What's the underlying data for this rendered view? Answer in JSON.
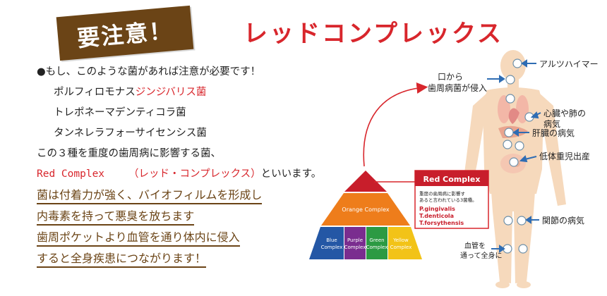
{
  "badge": {
    "text": "要注意！"
  },
  "title": "レッドコンプレックス",
  "intro": {
    "line1": "●もし、このような菌があれば注意が必要です！",
    "bacteria": [
      {
        "prefix": "ポルフィロモナス",
        "highlight": "ジンジバリス菌"
      },
      {
        "prefix": "トレポネーマデンティコラ菌",
        "highlight": ""
      },
      {
        "prefix": "タンネレラフォーサイセンシス菌",
        "highlight": ""
      }
    ],
    "line5": "この３種を重度の歯周病に影響する菌、",
    "line6_red": "Red Complex",
    "line6_paren": "（レッド・コンプレックス）",
    "line6_tail": "といいます。"
  },
  "emphasis": [
    "菌は付着力が強く、バイオフィルムを形成し",
    "内毒素を持って悪臭を放ちます",
    "歯周ポケットより血管を通り体内に侵入",
    "すると全身疾患につながります！"
  ],
  "pyramid": {
    "orange": "Orange Complex",
    "bottom": [
      {
        "line1": "Blue",
        "line2": "Complex"
      },
      {
        "line1": "Purple",
        "line2": "Complex"
      },
      {
        "line1": "Green",
        "line2": "Complex"
      },
      {
        "line1": "Yellow",
        "line2": "Complex"
      }
    ]
  },
  "red_complex_box": {
    "title": "Red Complex",
    "desc1": "重度の歯周病に影響す",
    "desc2": "あると言われている3菌種。",
    "species": [
      "P.gingivalis",
      "T.denticola",
      "T.forsythensis"
    ]
  },
  "body_labels": {
    "mouth1": "口から",
    "mouth2": "歯周病菌が侵入",
    "alzheimer": "アルツハイマー",
    "heart1": "心臓や肺の",
    "heart2": "病気",
    "liver": "肝臓の病気",
    "lowbirth": "低体重児出産",
    "joint": "関節の病気",
    "blood1": "血管を",
    "blood2": "通って全身に"
  },
  "colors": {
    "red": "#d8262c",
    "brown": "#6b4416",
    "orange": "#ee7d1b",
    "blue": "#2457a5",
    "purple": "#7a2d8f",
    "green": "#2c9a43",
    "yellow": "#f2c318",
    "skin": "#f6d9bc",
    "arrow_blue": "#2f6db3"
  }
}
